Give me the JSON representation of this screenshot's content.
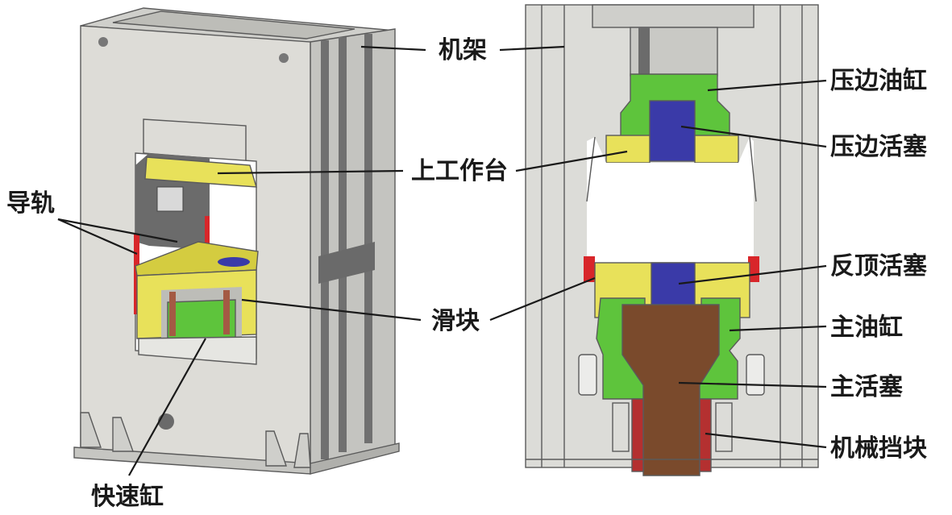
{
  "labels": {
    "frame": "机架",
    "upper_table": "上工作台",
    "guide_rail": "导轨",
    "slider": "滑块",
    "fast_cylinder": "快速缸",
    "blank_holder_cylinder": "压边油缸",
    "blank_holder_piston": "压边活塞",
    "ejector_piston": "反顶活塞",
    "main_cylinder": "主油缸",
    "main_piston": "主活塞",
    "mechanical_stop": "机械挡块"
  },
  "colors": {
    "frame": "#dcdcd8",
    "frame_dark": "#8c8c8c",
    "yellow_part": "#e8e15a",
    "green_part": "#5ec43c",
    "blue_part": "#3a3aa8",
    "brown_part": "#7a4a2c",
    "red_part": "#d8262a"
  }
}
